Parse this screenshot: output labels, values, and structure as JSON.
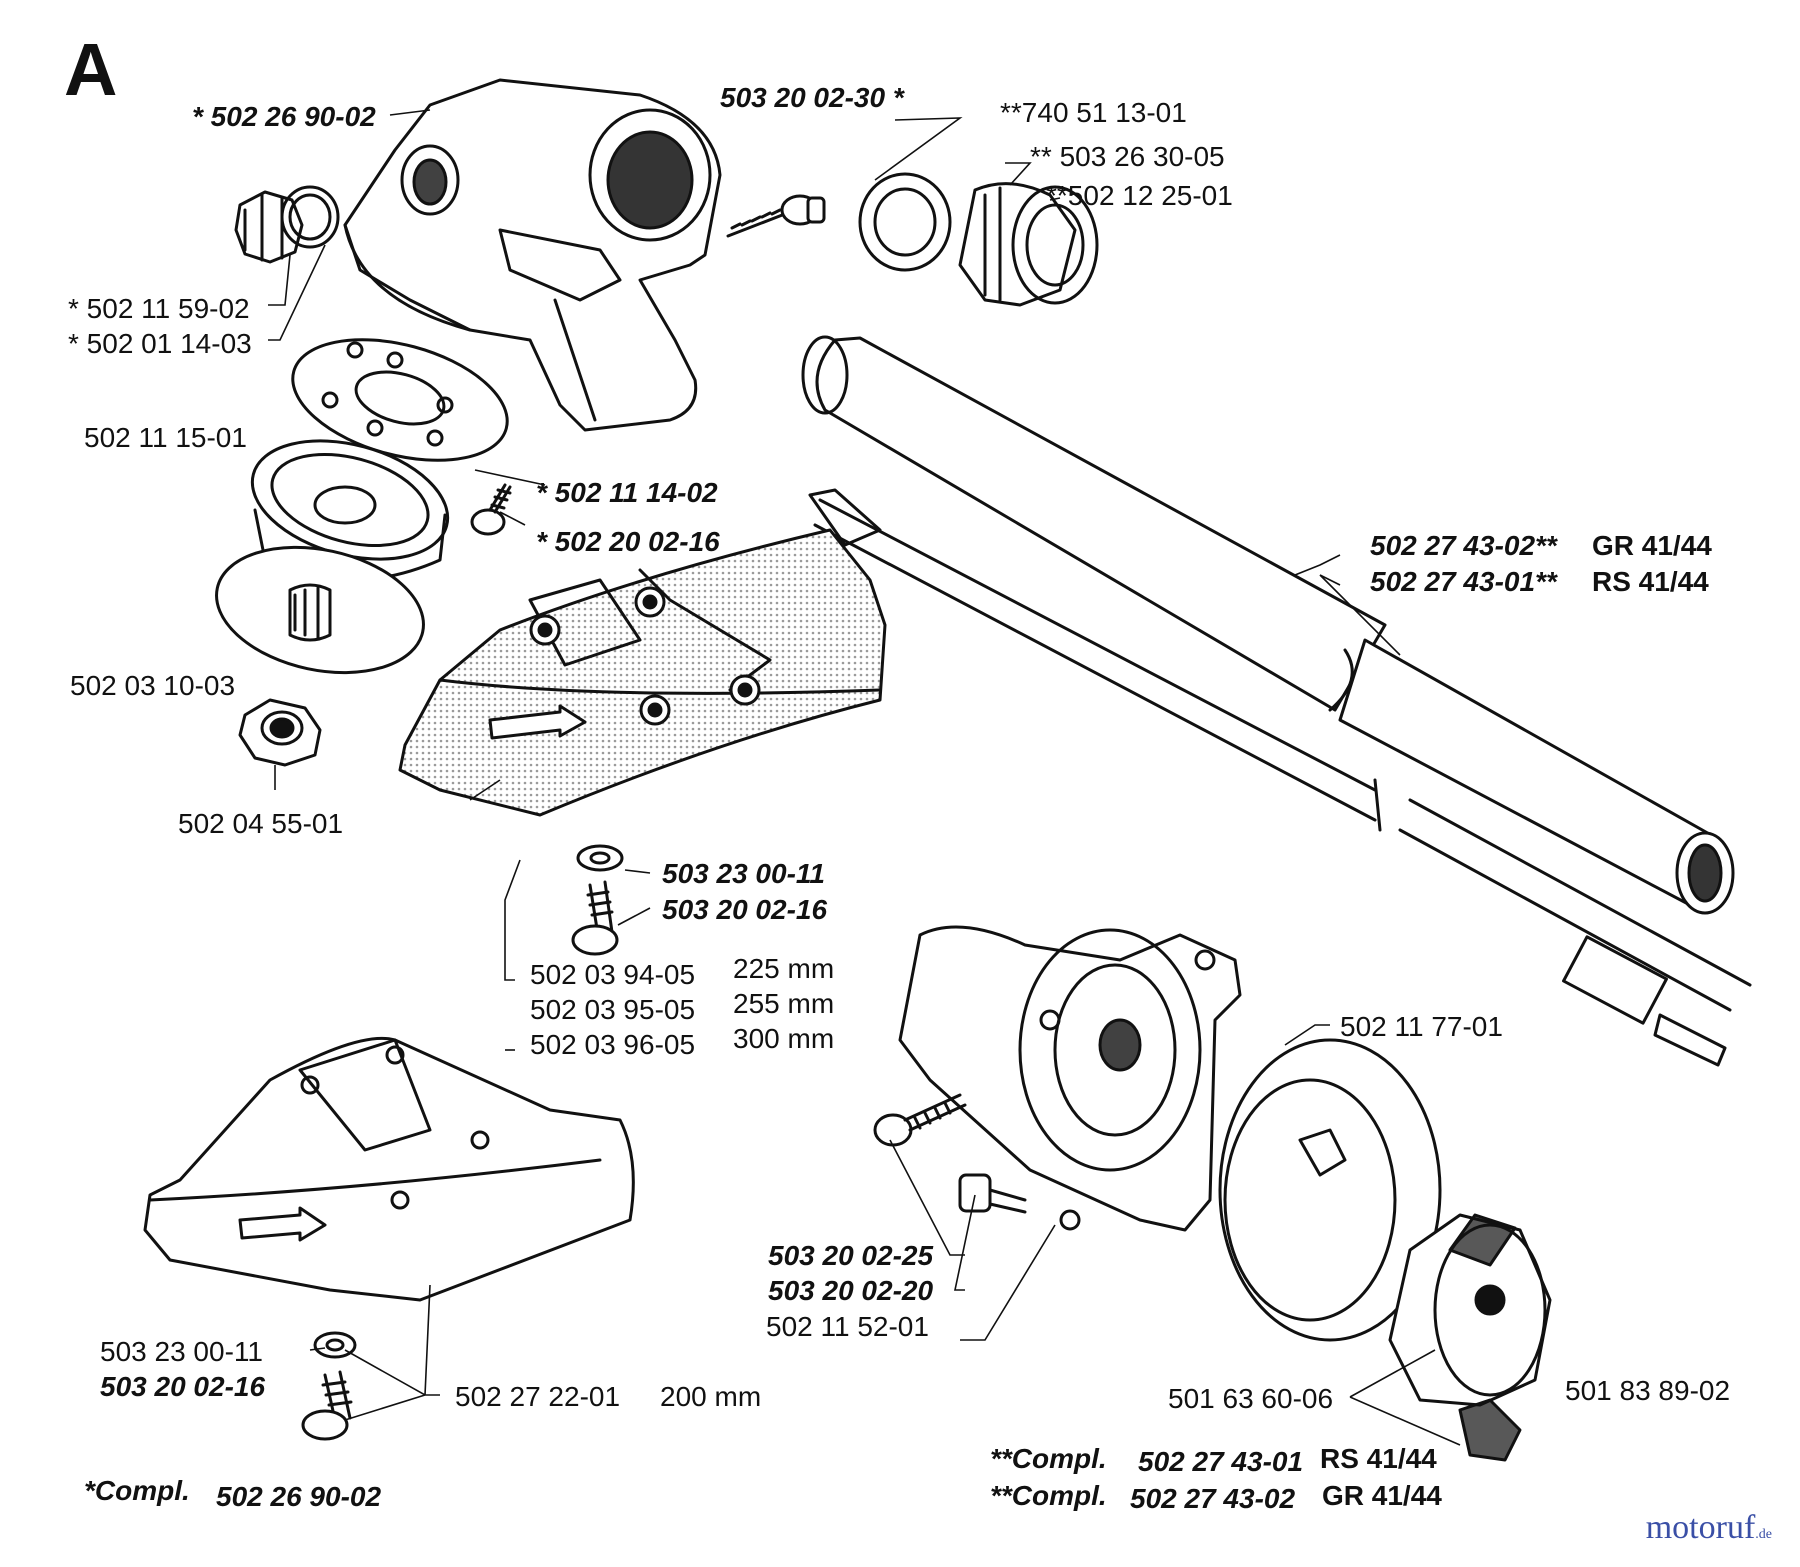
{
  "section_letter": "A",
  "watermark": {
    "text": "motoruf",
    "suffix": ".de",
    "color": "#3a4fa6"
  },
  "labels": {
    "gearhead_top": "* 502 26 90-02",
    "screw_top": "503 20 02-30 *",
    "seal_a": "**740 51 13-01",
    "seal_b": "** 503 26 30-05",
    "seal_c": "**502 12 25-01",
    "plug": "* 502 11 59-02",
    "plug_ring": "* 502 01 14-03",
    "flange": "502 11 15-01",
    "washer_top": "* 502 11 14-02",
    "screw_small": "* 502 20 02-16",
    "shaft_a": "502 27 43-02**",
    "shaft_a_model": "GR 41/44",
    "shaft_b": "502 27 43-01**",
    "shaft_b_model": "RS 41/44",
    "washer_disc": "502 03 10-03",
    "nut": "502 04 55-01",
    "washer_mid": "503 23 00-11",
    "screw_mid": "503 20 02-16",
    "guard_a": "502 03 94-05",
    "guard_a_size": "225 mm",
    "guard_b": "502 03 95-05",
    "guard_b_size": "255 mm",
    "guard_c": "502 03 96-05",
    "guard_c_size": "300 mm",
    "drum": "502 11 77-01",
    "screw_25": "503 20 02-25",
    "screw_20": "503 20 02-20",
    "clutch_housing": "502 11 52-01",
    "washer_low": "503 23 00-11",
    "screw_low": "503 20 02-16",
    "guard_small": "502 27 22-01",
    "guard_small_size": "200 mm",
    "clutch_spring": "501 63 60-06",
    "clutch_shoe": "501 83 89-02"
  },
  "footnotes": {
    "compl_1_prefix": "**Compl.",
    "compl_1_part": "502 27 43-01",
    "compl_1_model": "RS 41/44",
    "compl_2_prefix": "**Compl.",
    "compl_2_part": "502 27 43-02",
    "compl_2_model": "GR 41/44",
    "compl_3_prefix": "*Compl.",
    "compl_3_part": "502 26 90-02"
  }
}
